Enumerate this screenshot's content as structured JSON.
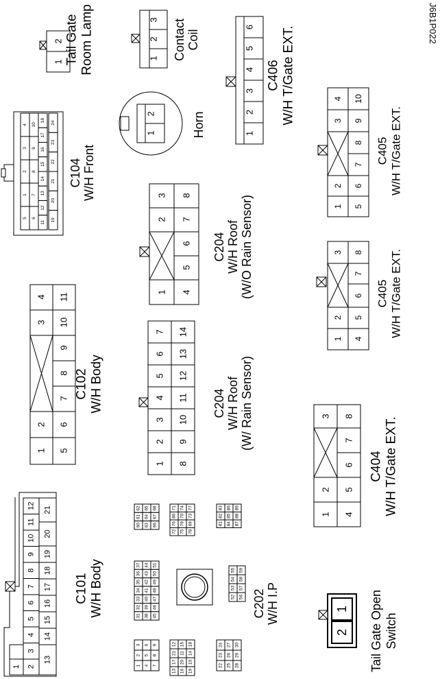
{
  "figure_code": "J6B1P022",
  "labels": {
    "tailgate_room_lamp": "Tail Gate\nRoom Lamp",
    "contact_coil": "Contact\nCoil",
    "c406": "C406\nW/H T/Gate EXT.",
    "horn": "Horn",
    "c104": "C104\nW/H Front",
    "c204_wo": "C204\nW/H Roof\n(W/O Rain Sensor)",
    "c405_a": "C405\nW/H T/Gate EXT.",
    "c405_b": "C405\nW/H T/Gate EXT.",
    "c102": "C102\nW/H Body",
    "c204_w": "C204\nW/H Roof\n(W/ Rain Sensor)",
    "c404": "C404\nW/H T/Gate EXT.",
    "c101": "C101\nW/H Body",
    "c202": "C202\nW/H I.P",
    "tailgate_open_switch": "Tail Gate Open\nSwitch"
  },
  "connectors": {
    "tailgate_room_lamp": [
      [
        "2"
      ],
      [
        "1"
      ]
    ],
    "contact_coil": [
      [
        "3"
      ],
      [
        "2"
      ],
      [
        "1"
      ]
    ],
    "c406": [
      [
        "6"
      ],
      [
        "5"
      ],
      [
        "4"
      ],
      [
        "3"
      ],
      [
        "2"
      ],
      [
        "1"
      ]
    ],
    "horn": [
      [
        "2"
      ],
      [
        "1"
      ]
    ],
    "c104": [
      [
        "4",
        "10"
      ],
      [
        "3",
        "8",
        "9"
      ],
      [
        "16",
        "17",
        "18"
      ],
      [
        "23",
        "24"
      ],
      [
        "14",
        "15",
        "22"
      ],
      [
        "1",
        "2",
        "13",
        "21"
      ],
      [
        "6",
        "7"
      ],
      [
        "11",
        "12",
        "19",
        "20"
      ],
      [
        "5"
      ]
    ],
    "c204_wo": [
      [
        "3",
        "8"
      ],
      [
        "2",
        "7"
      ],
      [
        "6"
      ],
      [
        "5"
      ],
      [
        "1",
        "4"
      ]
    ],
    "c405_a": [
      [
        "4",
        "10"
      ],
      [
        "3",
        "9"
      ],
      [
        "8"
      ],
      [
        "7"
      ],
      [
        "2",
        "6"
      ],
      [
        "1",
        "5"
      ]
    ],
    "c405_b": [
      [
        "3",
        "8"
      ],
      [
        "7"
      ],
      [
        "6"
      ],
      [
        "2",
        "5"
      ],
      [
        "1",
        "4"
      ]
    ],
    "c102": [
      [
        "4",
        "11"
      ],
      [
        "3",
        "10"
      ],
      [
        "9"
      ],
      [
        "8"
      ],
      [
        "7"
      ],
      [
        "2",
        "6"
      ],
      [
        "1",
        "5"
      ]
    ],
    "c204_w": [
      [
        "7",
        "14"
      ],
      [
        "6",
        "13"
      ],
      [
        "5",
        "12"
      ],
      [
        "4",
        "11"
      ],
      [
        "3",
        "10"
      ],
      [
        "2",
        "9"
      ],
      [
        "1",
        "8"
      ]
    ],
    "c404": [
      [
        "3",
        "8"
      ],
      [
        "7"
      ],
      [
        "6"
      ],
      [
        "2",
        "5"
      ],
      [
        "1",
        "4"
      ]
    ],
    "c101": [
      [
        "12",
        "21"
      ],
      [
        "11",
        "20"
      ],
      [
        "10"
      ],
      [
        "9",
        "19"
      ],
      [
        "8",
        "18"
      ],
      [
        "7",
        "17"
      ],
      [
        "6",
        "16"
      ],
      [
        "5",
        "15"
      ],
      [
        "4",
        "14"
      ],
      [
        "3",
        "13"
      ],
      [
        "2"
      ],
      [
        "1"
      ]
    ],
    "c202_blocks": [
      [
        "62",
        "65",
        "68",
        "61",
        "64",
        "67",
        "60",
        "63",
        "66"
      ],
      [
        "71",
        "74",
        "77",
        "80",
        "70",
        "73",
        "76",
        "79",
        "69",
        "72",
        "75",
        "78"
      ],
      [
        "83",
        "86",
        "89",
        "82",
        "85",
        "88",
        "81",
        "84",
        "87"
      ],
      [
        "37",
        "44",
        "51",
        "36",
        "43",
        "50",
        "35",
        "42",
        "49",
        "34",
        "41",
        "48",
        "33",
        "40",
        "47",
        "32",
        "39",
        "46",
        "31",
        "38",
        "45"
      ],
      [
        "55",
        "59",
        "54",
        "58",
        "53",
        "57",
        "52",
        "56"
      ],
      [
        "3",
        "6",
        "9",
        "2",
        "5",
        "8",
        "1",
        "4",
        "7"
      ],
      [
        "12",
        "15",
        "18",
        "21",
        "11",
        "14",
        "17",
        "20",
        "10",
        "13",
        "16",
        "19"
      ],
      [
        "24",
        "27",
        "30",
        "23",
        "26",
        "29",
        "22",
        "25",
        "28"
      ]
    ],
    "tailgate_open_switch": [
      [
        "1"
      ],
      [
        "2"
      ]
    ]
  },
  "icons": [
    "connector-latch-icon",
    "horn-circle-icon",
    "terminal-pin-icon"
  ]
}
